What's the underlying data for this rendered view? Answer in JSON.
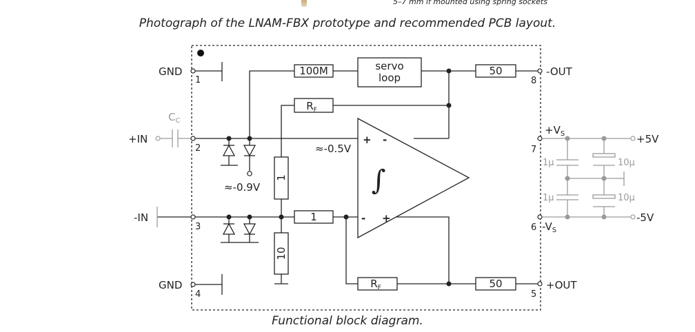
{
  "top_fragment": "5–7 mm if mounted using spring sockets",
  "captions": {
    "photo": "Photograph of the LNAM-FBX prototype and recommended PCB layout.",
    "block": "Functional block diagram."
  },
  "pins": {
    "gnd_top": {
      "label": "GND",
      "number": "1"
    },
    "in_plus": {
      "label": "+IN",
      "number": "2"
    },
    "in_minus": {
      "label": "-IN",
      "number": "3"
    },
    "gnd_bottom": {
      "label": "GND",
      "number": "4"
    },
    "out_plus": {
      "label": "+OUT",
      "number": "5"
    },
    "vs_minus": {
      "label": "-V",
      "sub": "S",
      "number": "6"
    },
    "vs_plus": {
      "label": "+V",
      "sub": "S",
      "number": "7"
    },
    "out_minus": {
      "label": "-OUT",
      "number": "8"
    }
  },
  "components": {
    "res_100m": "100M",
    "servo_line1": "servo",
    "servo_line2": "loop",
    "res_out_top": "50",
    "res_out_bottom": "50",
    "rf_top": "R",
    "rf_top_sub": "F",
    "rf_bottom": "R",
    "rf_bottom_sub": "F",
    "res_vertical_1": "1",
    "res_vertical_10": "10",
    "res_in_1": "1",
    "integrator": "∫",
    "opamp_top_minus": "-",
    "opamp_top_plus": "+",
    "opamp_bot_minus": "-",
    "opamp_bot_plus": "+"
  },
  "annotations": {
    "v_half": "≈-0.5V",
    "v_09": "≈-0.9V",
    "cap_c": "C",
    "cap_c_sub": "C"
  },
  "supply": {
    "pos": "+5V",
    "neg": "-5V",
    "cap_1u_top": "1µ",
    "cap_10u_top": "10µ",
    "cap_1u_bot": "1µ",
    "cap_10u_bot": "10µ"
  }
}
